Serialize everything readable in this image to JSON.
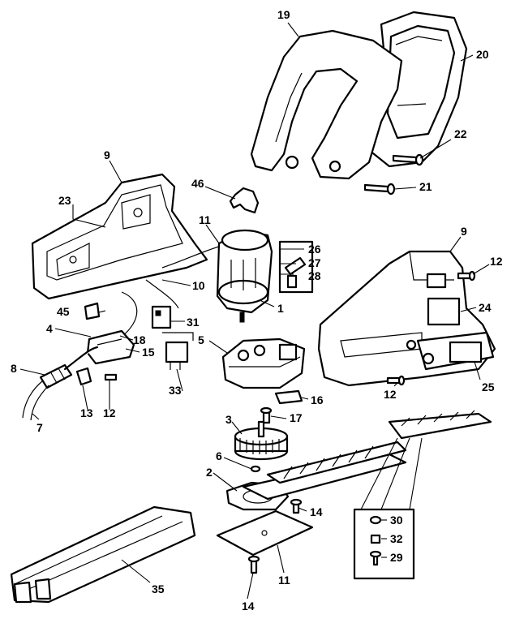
{
  "parts": {
    "p1": "1",
    "p2": "2",
    "p3": "3",
    "p4": "4",
    "p5": "5",
    "p6": "6",
    "p7": "7",
    "p8": "8",
    "p9a": "9",
    "p9b": "9",
    "p10": "10",
    "p11a": "11",
    "p11b": "11",
    "p12a": "12",
    "p12b": "12",
    "p12c": "12",
    "p13": "13",
    "p14a": "14",
    "p14b": "14",
    "p15": "15",
    "p16": "16",
    "p17": "17",
    "p18": "18",
    "p19": "19",
    "p20": "20",
    "p21": "21",
    "p22": "22",
    "p23": "23",
    "p24": "24",
    "p25": "25",
    "p26": "26",
    "p27": "27",
    "p28": "28",
    "p29": "29",
    "p30": "30",
    "p31": "31",
    "p32": "32",
    "p33": "33",
    "p35": "35",
    "p45": "45",
    "p46": "46"
  }
}
